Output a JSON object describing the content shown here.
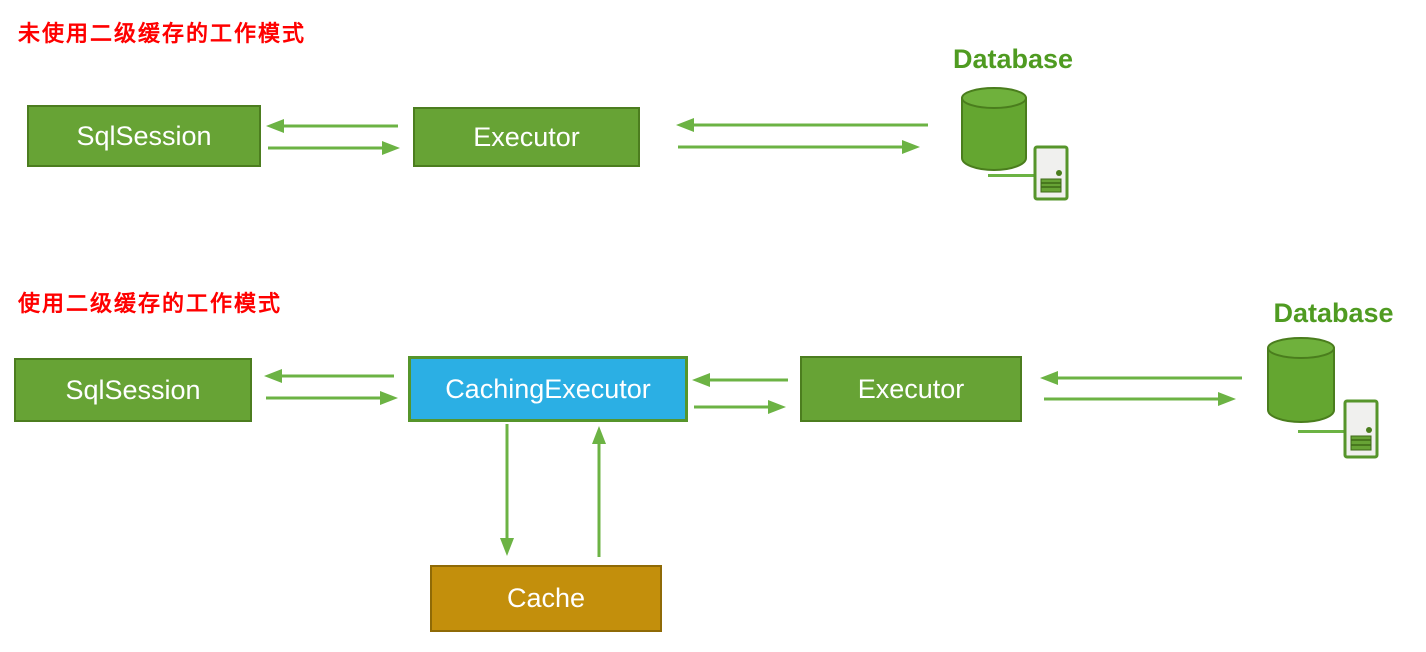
{
  "section1": {
    "title": "未使用二级缓存的工作模式",
    "nodes": {
      "sqlsession": "SqlSession",
      "executor": "Executor",
      "database_label": "Database"
    }
  },
  "section2": {
    "title": "使用二级缓存的工作模式",
    "nodes": {
      "sqlsession": "SqlSession",
      "caching_executor": "CachingExecutor",
      "executor": "Executor",
      "database_label": "Database",
      "cache": "Cache"
    }
  },
  "icons": {
    "database": "database-cylinder-icon",
    "client": "client-terminal-icon"
  },
  "colors": {
    "title_red": "#FF0000",
    "box_green_fill": "#67A335",
    "box_green_border": "#4C7D1F",
    "arrow_green": "#6CB344",
    "caching_blue_fill": "#2BAFE4",
    "caching_green_border": "#56952B",
    "cache_gold_fill": "#C38F0C",
    "cache_gold_border": "#8F6A06",
    "database_label_green": "#4F9B21",
    "box_text_white": "#FFFFFF"
  }
}
